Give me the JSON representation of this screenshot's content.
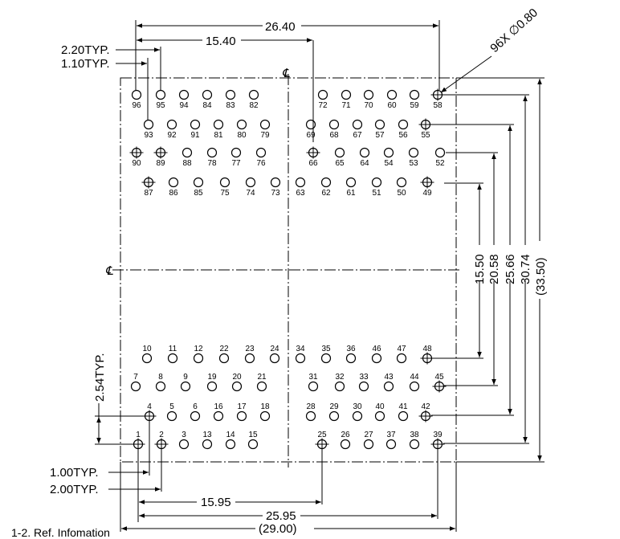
{
  "dims": {
    "width_top": "26.40",
    "pitch_top": "15.40",
    "typ_220": "2.20TYP.",
    "typ_110": "1.10TYP.",
    "holes": "96X ∅0.80",
    "h_1550": "15.50",
    "h_2058": "20.58",
    "h_2566": "25.66",
    "h_3074": "30.74",
    "h_3350": "(33.50)",
    "v_254": "2.54TYP.",
    "typ_100": "1.00TYP.",
    "typ_200": "2.00TYP.",
    "w_1595": "15.95",
    "w_2595": "25.95",
    "w_2900": "(29.00)"
  },
  "centerline_symbol": "℄",
  "caption": "1-2. Ref. Infomation",
  "pins": {
    "top": [
      [
        [
          "96",
          170,
          "o"
        ],
        [
          "95",
          200,
          "o"
        ],
        [
          "94",
          229,
          "o"
        ],
        [
          "84",
          258,
          "o"
        ],
        [
          "83",
          287,
          "o"
        ],
        [
          "82",
          316,
          "o"
        ],
        [
          "72",
          402,
          "o"
        ],
        [
          "71",
          431,
          "o"
        ],
        [
          "70",
          459,
          "o"
        ],
        [
          "60",
          488,
          "o"
        ],
        [
          "59",
          516,
          "o"
        ],
        [
          "58",
          545,
          "x"
        ]
      ],
      [
        [
          "93",
          185,
          "o"
        ],
        [
          "92",
          214,
          "o"
        ],
        [
          "91",
          243,
          "o"
        ],
        [
          "81",
          272,
          "o"
        ],
        [
          "80",
          301,
          "o"
        ],
        [
          "79",
          330,
          "o"
        ],
        [
          "69",
          387,
          "o"
        ],
        [
          "68",
          416,
          "o"
        ],
        [
          "67",
          445,
          "o"
        ],
        [
          "57",
          473,
          "o"
        ],
        [
          "56",
          502,
          "o"
        ],
        [
          "55",
          530,
          "x"
        ]
      ],
      [
        [
          "90",
          170,
          "x"
        ],
        [
          "89",
          200,
          "x"
        ],
        [
          "88",
          233,
          "o"
        ],
        [
          "78",
          264,
          "o"
        ],
        [
          "77",
          294,
          "o"
        ],
        [
          "76",
          325,
          "o"
        ],
        [
          "66",
          390,
          "x"
        ],
        [
          "65",
          423,
          "o"
        ],
        [
          "64",
          454,
          "o"
        ],
        [
          "54",
          484,
          "o"
        ],
        [
          "53",
          515,
          "o"
        ],
        [
          "52",
          548,
          "o"
        ]
      ],
      [
        [
          "87",
          185,
          "x"
        ],
        [
          "86",
          216,
          "o"
        ],
        [
          "85",
          247,
          "o"
        ],
        [
          "75",
          280,
          "o"
        ],
        [
          "74",
          312,
          "o"
        ],
        [
          "73",
          343,
          "o"
        ],
        [
          "63",
          374,
          "o"
        ],
        [
          "62",
          406,
          "o"
        ],
        [
          "61",
          437,
          "o"
        ],
        [
          "51",
          469,
          "o"
        ],
        [
          "50",
          500,
          "o"
        ],
        [
          "49",
          532,
          "x"
        ]
      ]
    ],
    "bottom": [
      [
        [
          "10",
          183,
          "o"
        ],
        [
          "11",
          215,
          "o"
        ],
        [
          "12",
          247,
          "o"
        ],
        [
          "22",
          279,
          "o"
        ],
        [
          "23",
          311,
          "o"
        ],
        [
          "24",
          342,
          "o"
        ],
        [
          "34",
          374,
          "o"
        ],
        [
          "35",
          406,
          "o"
        ],
        [
          "36",
          437,
          "o"
        ],
        [
          "46",
          469,
          "o"
        ],
        [
          "47",
          500,
          "o"
        ],
        [
          "48",
          532,
          "x"
        ]
      ],
      [
        [
          "7",
          169,
          "o"
        ],
        [
          "8",
          200,
          "o"
        ],
        [
          "9",
          231,
          "o"
        ],
        [
          "19",
          264,
          "o"
        ],
        [
          "20",
          295,
          "o"
        ],
        [
          "21",
          326,
          "o"
        ],
        [
          "31",
          390,
          "o"
        ],
        [
          "32",
          423,
          "o"
        ],
        [
          "33",
          453,
          "o"
        ],
        [
          "43",
          484,
          "o"
        ],
        [
          "44",
          516,
          "o"
        ],
        [
          "45",
          547,
          "x"
        ]
      ],
      [
        [
          "4",
          186,
          "x"
        ],
        [
          "5",
          214,
          "o"
        ],
        [
          "6",
          243,
          "o"
        ],
        [
          "16",
          272,
          "o"
        ],
        [
          "17",
          301,
          "o"
        ],
        [
          "18",
          330,
          "o"
        ],
        [
          "28",
          387,
          "o"
        ],
        [
          "29",
          416,
          "o"
        ],
        [
          "30",
          445,
          "o"
        ],
        [
          "40",
          473,
          "o"
        ],
        [
          "41",
          502,
          "o"
        ],
        [
          "42",
          530,
          "x"
        ]
      ],
      [
        [
          "1",
          172,
          "x"
        ],
        [
          "2",
          201,
          "x"
        ],
        [
          "3",
          229,
          "o"
        ],
        [
          "13",
          258,
          "o"
        ],
        [
          "14",
          287,
          "o"
        ],
        [
          "15",
          315,
          "o"
        ],
        [
          "25",
          401,
          "x"
        ],
        [
          "26",
          430,
          "o"
        ],
        [
          "27",
          459,
          "o"
        ],
        [
          "37",
          487,
          "o"
        ],
        [
          "38",
          516,
          "o"
        ],
        [
          "39",
          545,
          "x"
        ]
      ]
    ]
  }
}
